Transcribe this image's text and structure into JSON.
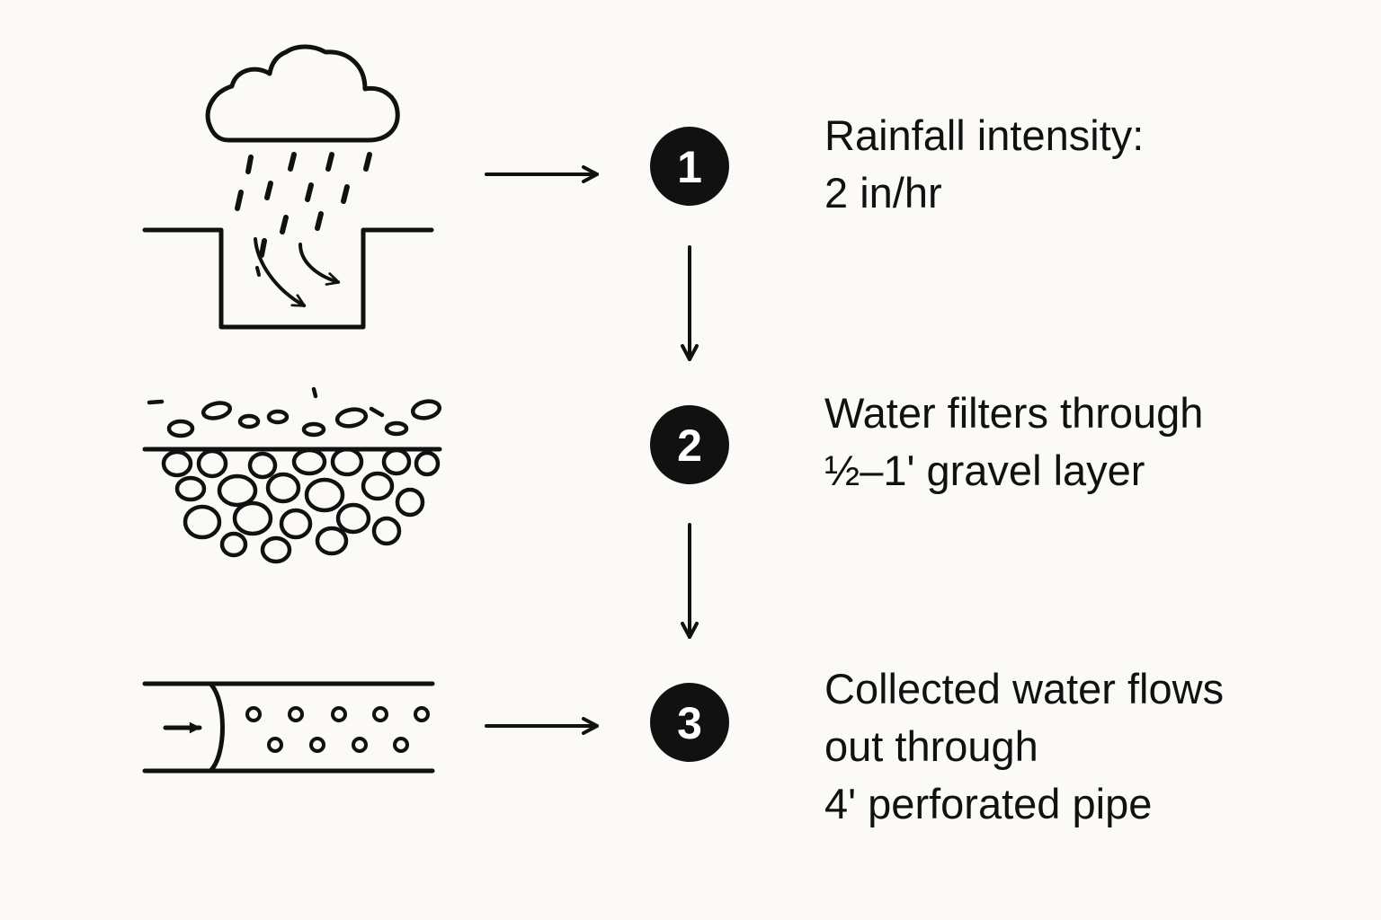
{
  "colors": {
    "background": "#FBFAF7",
    "ink": "#111111",
    "badge_text": "#FFFFFF"
  },
  "steps": [
    {
      "number": "1",
      "icon": "rain-cloud-trench-icon",
      "lines": [
        "Rainfall intensity:",
        "2 in/hr"
      ]
    },
    {
      "number": "2",
      "icon": "gravel-layer-icon",
      "lines": [
        "Water filters through",
        "½–1' gravel layer"
      ]
    },
    {
      "number": "3",
      "icon": "perforated-pipe-icon",
      "lines": [
        "Collected water flows",
        "out through",
        "4' perforated pipe"
      ]
    }
  ]
}
